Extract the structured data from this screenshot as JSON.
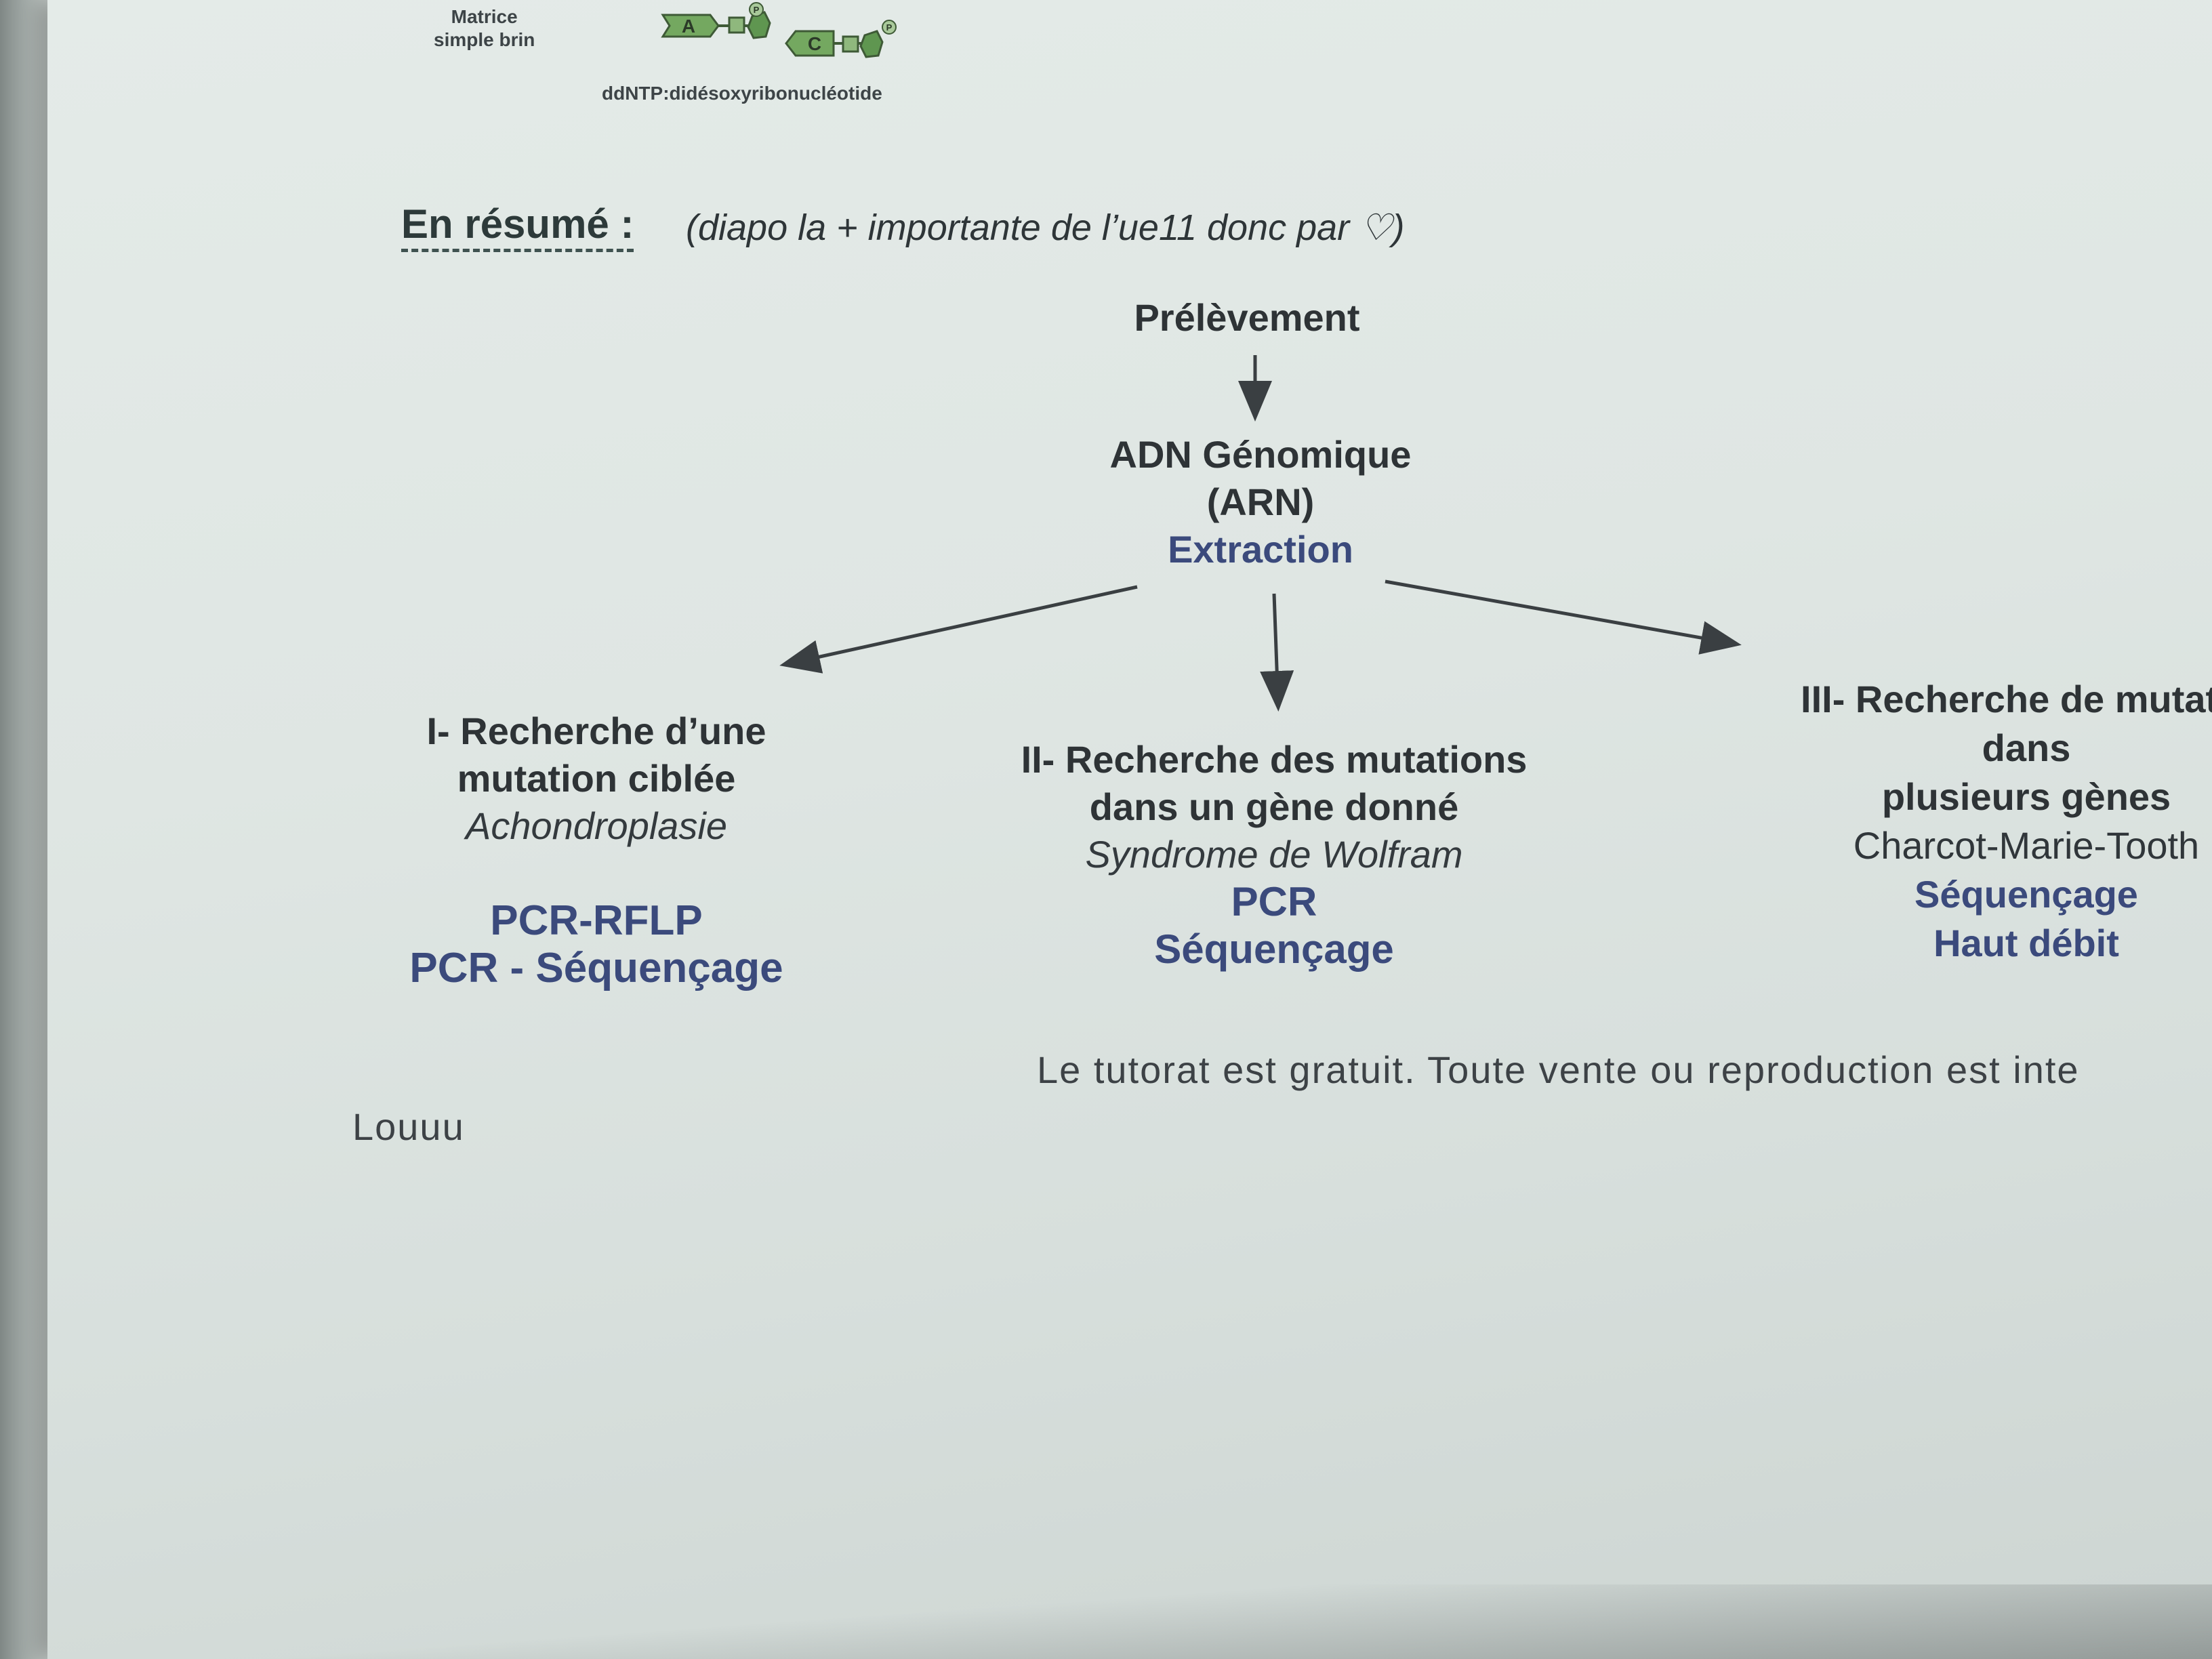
{
  "header": {
    "matrice_line1": "Matrice",
    "matrice_line2": "simple brin",
    "nucleotide_a": "A",
    "nucleotide_c": "C",
    "phosphate_label": "P",
    "ddntp_legend": "ddNTP:didésoxyribonucléotide"
  },
  "summary": {
    "title": "En résumé :",
    "note": "(diapo la + importante de l’ue11 donc par ♡)"
  },
  "diagram": {
    "root": "Prélèvement",
    "middle_line1": "ADN Génomique",
    "middle_line2": "(ARN)",
    "middle_method": "Extraction",
    "branch1": {
      "title_line1": "I- Recherche d’une",
      "title_line2": "mutation ciblée",
      "example": "Achondroplasie",
      "method_line1": "PCR-RFLP",
      "method_line2": "PCR - Séquençage"
    },
    "branch2": {
      "title_line1": "II- Recherche des mutations",
      "title_line2": "dans un gène donné",
      "example": "Syndrome de Wolfram",
      "method_line1": "PCR",
      "method_line2": "Séquençage"
    },
    "branch3": {
      "title_line1": "III- Recherche de mutatio",
      "title_line2": "dans",
      "title_line3": "plusieurs gènes",
      "example": "Charcot-Marie-Tooth",
      "method_line1": "Séquençage",
      "method_line2": "Haut débit"
    }
  },
  "footer": {
    "disclaimer": "Le tutorat est gratuit. Toute vente ou reproduction est inte",
    "name": "Louuu"
  },
  "colors": {
    "method_blue": "#3b4a7c",
    "text_dark": "#2e3336",
    "nucleotide_green": "#6fa35c"
  }
}
